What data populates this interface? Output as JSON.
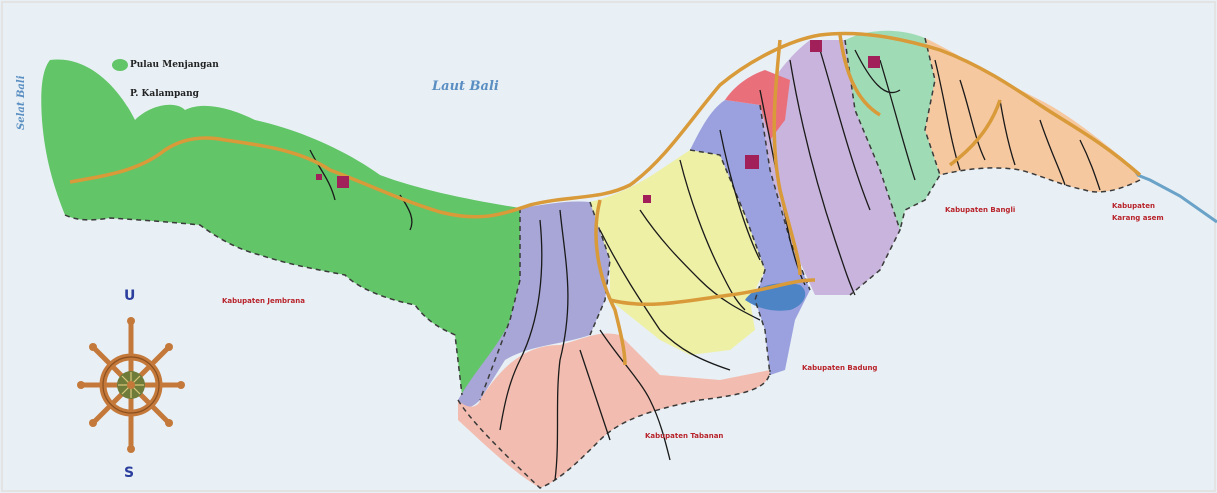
{
  "map": {
    "sea_north": "Laut Bali",
    "strait_west": "Selat Bali",
    "islands": {
      "island_a": "Pulau Menjangan",
      "island_b": "P. Kalampang"
    },
    "regencies": {
      "west": "Kabupaten Jembrana",
      "southwest": "Kabupaten Tabanan",
      "south": "Kabupaten Badung",
      "east": "Kabupaten Bangli",
      "far_east": "Kabupaten Karang asem"
    },
    "compass": {
      "north_letter": "U",
      "south_letter": "S"
    },
    "colors": {
      "sea": "#e8f0f5",
      "jembrana_green": "#62c567",
      "lavender": "#a7a6d6",
      "pink": "#f2bdb0",
      "yellow": "#eef0a6",
      "blue": "#9aa1de",
      "light_violet": "#c8b4dc",
      "mint": "#9fdcb6",
      "orange": "#f5c8a0",
      "red": "#e9707a",
      "road": "#d99a3a",
      "river": "#1a1a1a",
      "lake": "#4c84c6",
      "town_marker": "#a1205a"
    }
  }
}
